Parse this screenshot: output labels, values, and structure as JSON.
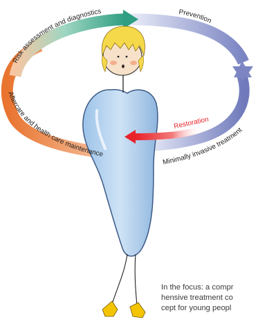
{
  "cycle": {
    "stages": [
      {
        "label": "Risk assessment and diagnostics",
        "color": "#3aa386"
      },
      {
        "label": "Prevention",
        "color": "#7f86c0"
      },
      {
        "label": "Restoration",
        "color": "#e8232a"
      },
      {
        "label": "Minimally invasive treatment",
        "color": "#7f86c0"
      },
      {
        "label": "Aftercare and health care maintenance",
        "color": "#e8742f"
      }
    ]
  },
  "caption": {
    "lines": [
      "In the focus: a compr",
      "hensive treatment co",
      "cept for young peopl"
    ]
  },
  "colors": {
    "tooth_fill": "#b9d6f0",
    "tooth_stroke": "#3d5a86",
    "hair": "#f6d94a",
    "face": "#f7e2c9",
    "cheek": "#f2a17e",
    "shoe": "#f5c400",
    "text": "#3a3a3a"
  }
}
